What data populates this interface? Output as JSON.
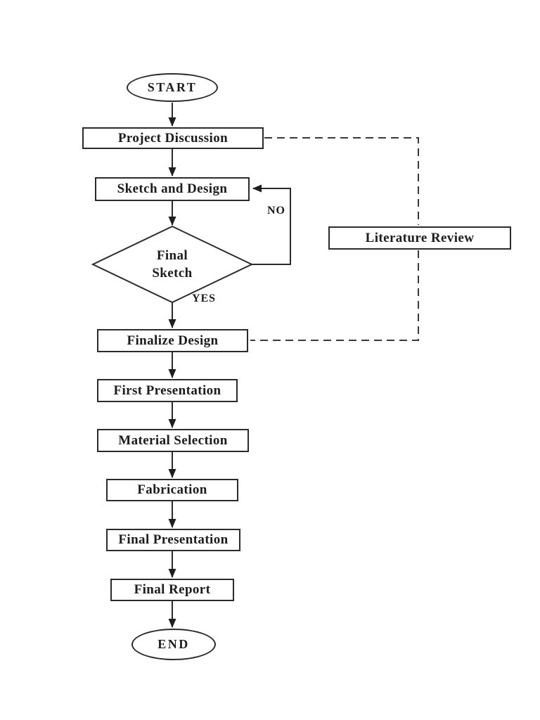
{
  "flowchart": {
    "terminals": {
      "start": "START",
      "end": "END"
    },
    "steps": {
      "project_discussion": "Project Discussion",
      "sketch_and_design": "Sketch and Design",
      "finalize_design": "Finalize Design",
      "first_presentation": "First Presentation",
      "material_selection": "Material Selection",
      "fabrication": "Fabrication",
      "final_presentation": "Final Presentation",
      "final_report": "Final Report"
    },
    "decision": {
      "line1": "Final",
      "line2": "Sketch"
    },
    "branch_labels": {
      "no": "NO",
      "yes": "YES"
    },
    "side_node": {
      "literature_review": "Literature Review"
    },
    "colors": {
      "line": "#2b2b2b",
      "text": "#1c1c1c",
      "background": "#ffffff"
    }
  }
}
